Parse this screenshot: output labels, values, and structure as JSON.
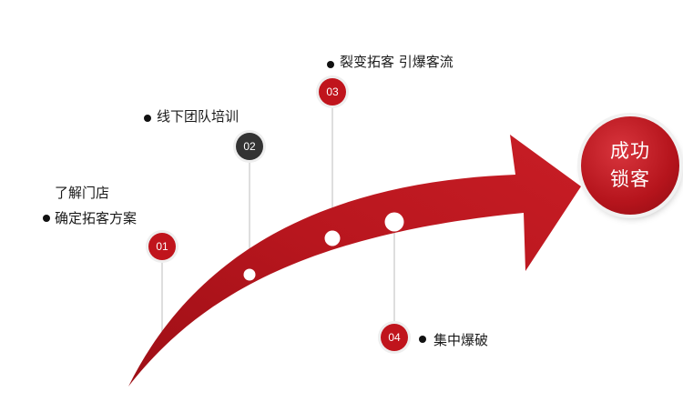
{
  "steps": [
    {
      "number": "01",
      "lines": [
        "了解门店",
        "确定拓客方案"
      ],
      "color": "#c0141c"
    },
    {
      "number": "02",
      "lines": [
        "线下团队培训"
      ],
      "color": "#333333"
    },
    {
      "number": "03",
      "lines": [
        "裂变拓客 引爆客流"
      ],
      "color": "#c0141c"
    },
    {
      "number": "04",
      "lines": [
        "集中爆破"
      ],
      "color": "#c0141c"
    }
  ],
  "goal": {
    "line1": "成功",
    "line2": "锁客"
  },
  "colors": {
    "arrow": "#b5161e",
    "connector": "#c8c8c8"
  }
}
